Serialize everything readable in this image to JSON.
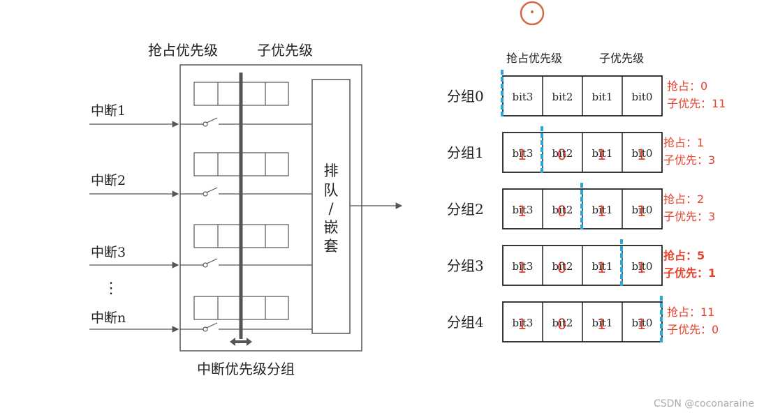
{
  "left": {
    "header_preempt": "抢占优先级",
    "header_sub": "子优先级",
    "interrupts": [
      "中断1",
      "中断2",
      "中断3",
      "中断n"
    ],
    "ellipsis": "⋮",
    "queue_chars": [
      "排",
      "队",
      "/",
      "嵌",
      "套"
    ],
    "bottom_label": "中断优先级分组"
  },
  "right": {
    "header_preempt": "抢占优先级",
    "header_sub": "子优先级",
    "bits": [
      "bit3",
      "bit2",
      "bit1",
      "bit0"
    ],
    "groups": [
      {
        "label": "分组0",
        "digits": [
          "",
          "",
          "",
          ""
        ],
        "note1": "抢占：0",
        "note2": "子优先：11",
        "divider_after": 0,
        "bold": false
      },
      {
        "label": "分组1",
        "digits": [
          "1",
          "0",
          "1",
          "1"
        ],
        "note1": "抢占：1",
        "note2": "子优先：3",
        "divider_after": 1,
        "bold": false
      },
      {
        "label": "分组2",
        "digits": [
          "1",
          "0",
          "1",
          "1"
        ],
        "note1": "抢占：2",
        "note2": "子优先：3",
        "divider_after": 2,
        "bold": false
      },
      {
        "label": "分组3",
        "digits": [
          "1",
          "0",
          "1",
          "1"
        ],
        "note1": "抢占：5",
        "note2": "子优先：1",
        "divider_after": 3,
        "bold": true
      },
      {
        "label": "分组4",
        "digits": [
          "1",
          "0",
          "1",
          "1"
        ],
        "note1": "抢占：11",
        "note2": "子优先：0",
        "divider_after": 4,
        "bold": false
      }
    ]
  },
  "watermark": "CSDN @coconaraine",
  "colors": {
    "red": "#e8412c",
    "divider": "#2aa7d6",
    "cursor": "#d4694a"
  }
}
